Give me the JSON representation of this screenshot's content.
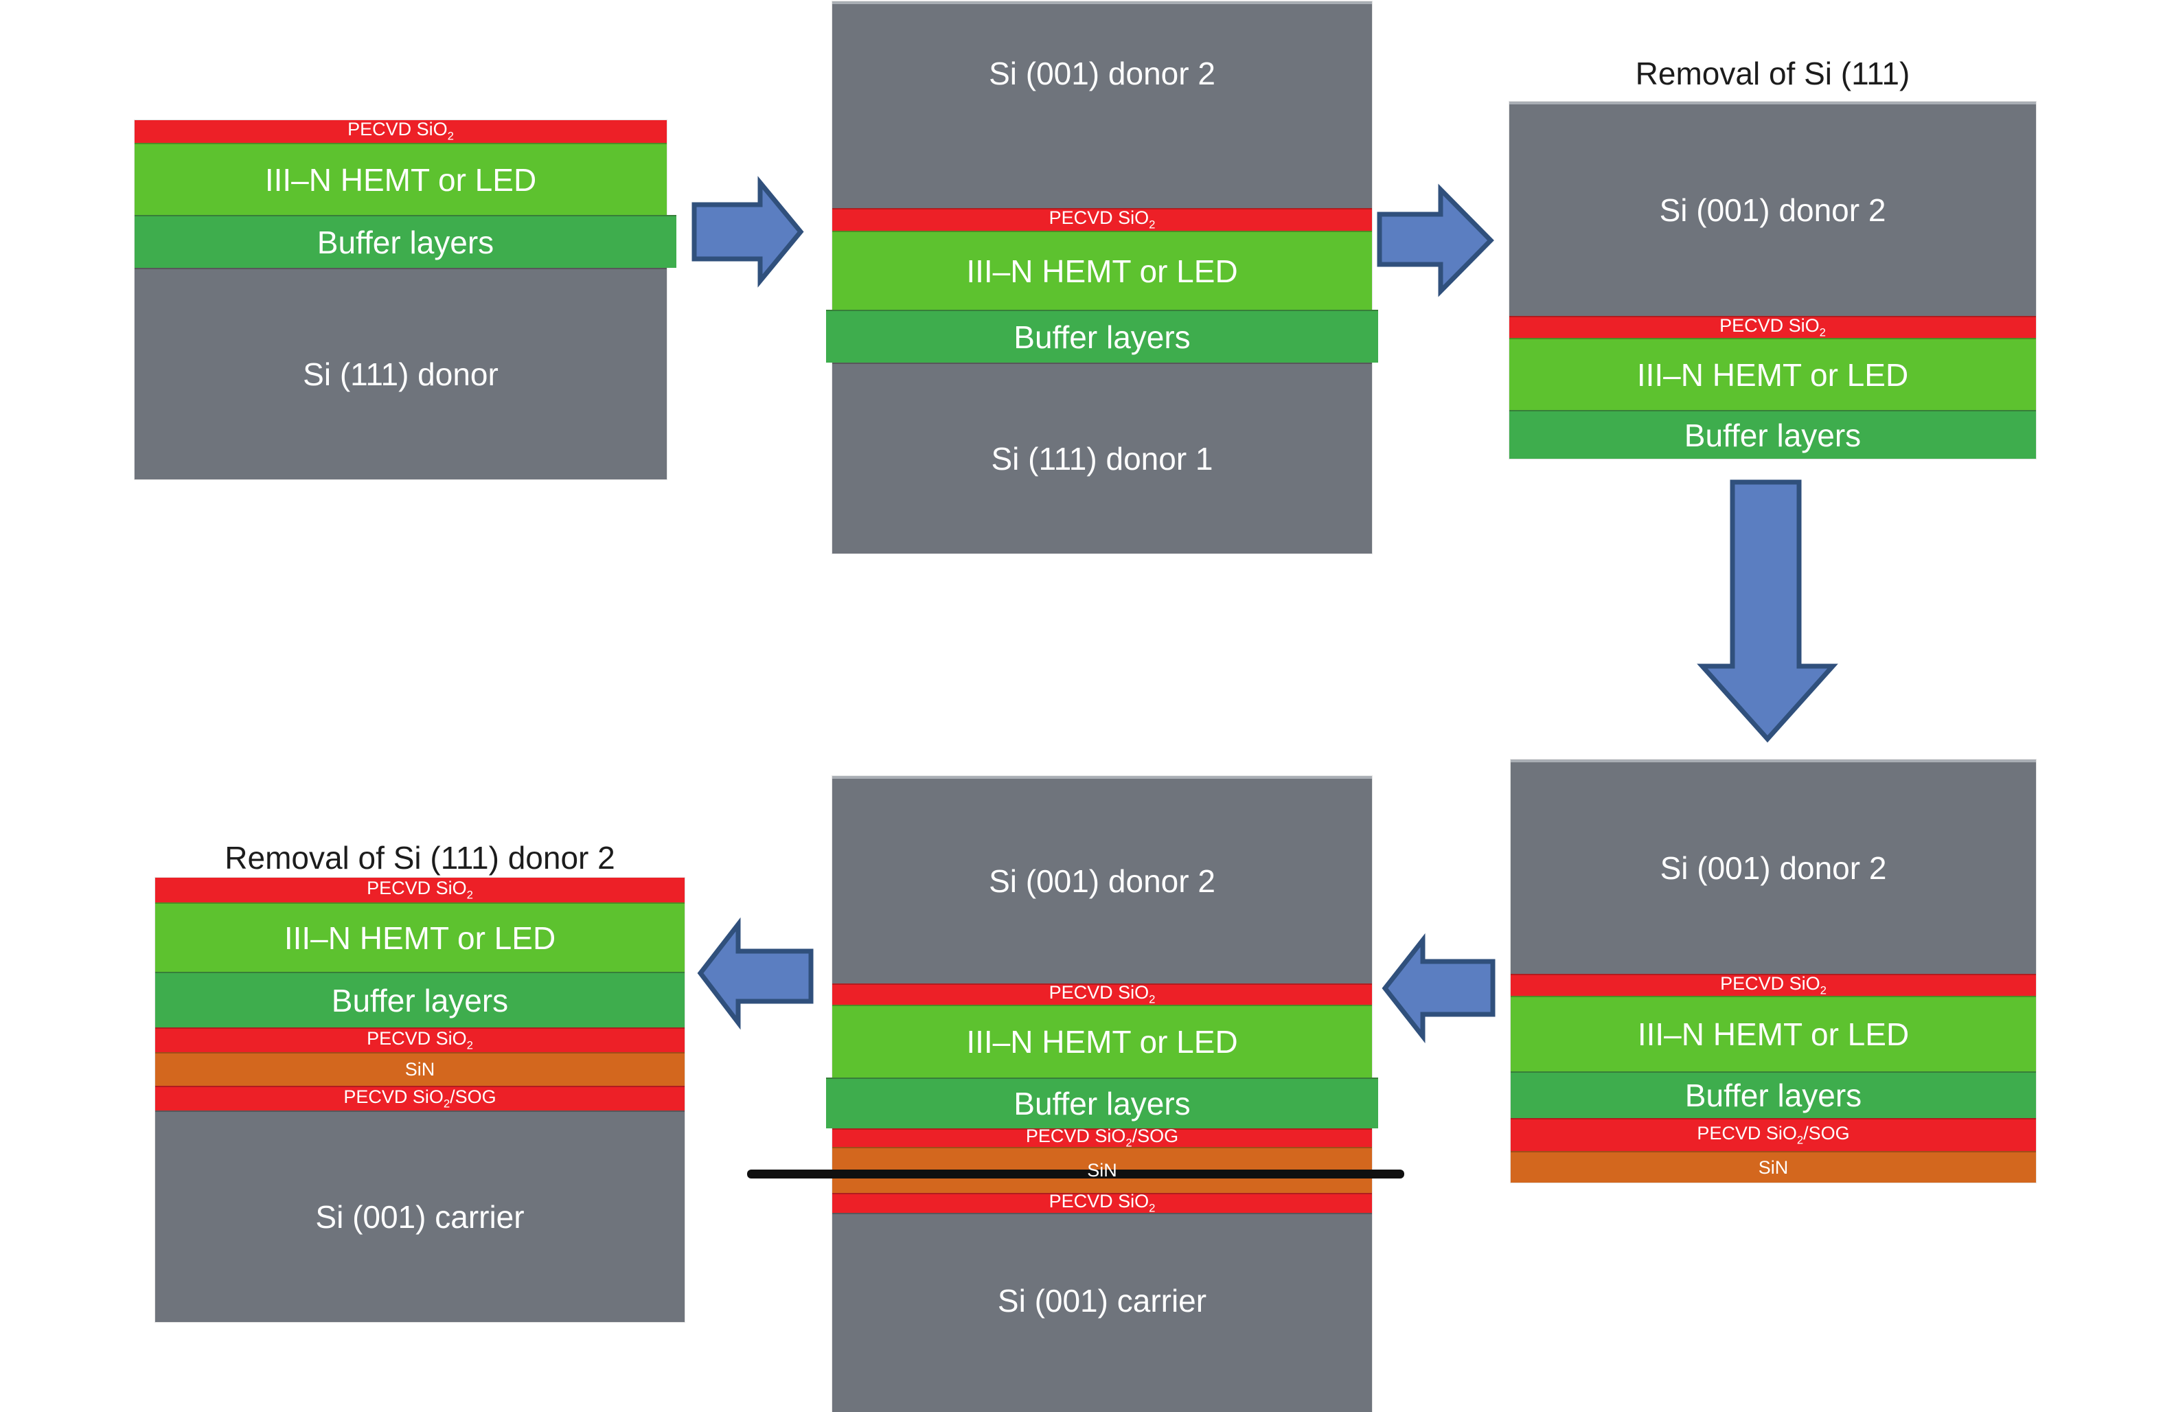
{
  "colors": {
    "red": "#ed2027",
    "hemt_green": "#5dc22f",
    "buffer_green": "#3ead4d",
    "si_gray": "#6f747c",
    "sin_orange": "#d3671e",
    "arrow_fill": "#5b7ec1",
    "arrow_stroke": "#30507c",
    "line_black": "#101010",
    "title_color": "#1c1c1c",
    "label_color": "#ffffff"
  },
  "labels": {
    "pecvd_sio2": {
      "main": "PECVD SiO",
      "sub": "2"
    },
    "pecvd_sio2_sog": {
      "main": "PECVD SiO",
      "sub": "2",
      "tail": "/SOG"
    },
    "hemt": "III–N HEMT or LED",
    "buffer_layers": "Buffer layers",
    "sin": "SiN",
    "si_111_donor": "Si (111) donor",
    "si_111_donor_1": "Si (111) donor 1",
    "si_001_donor_2": "Si (001) donor 2",
    "si_001_carrier": "Si (001) carrier"
  },
  "titles": {
    "removal_si_111": "Removal of Si (111)",
    "removal_si_111_donor_2": "Removal of Si (111) donor 2"
  }
}
